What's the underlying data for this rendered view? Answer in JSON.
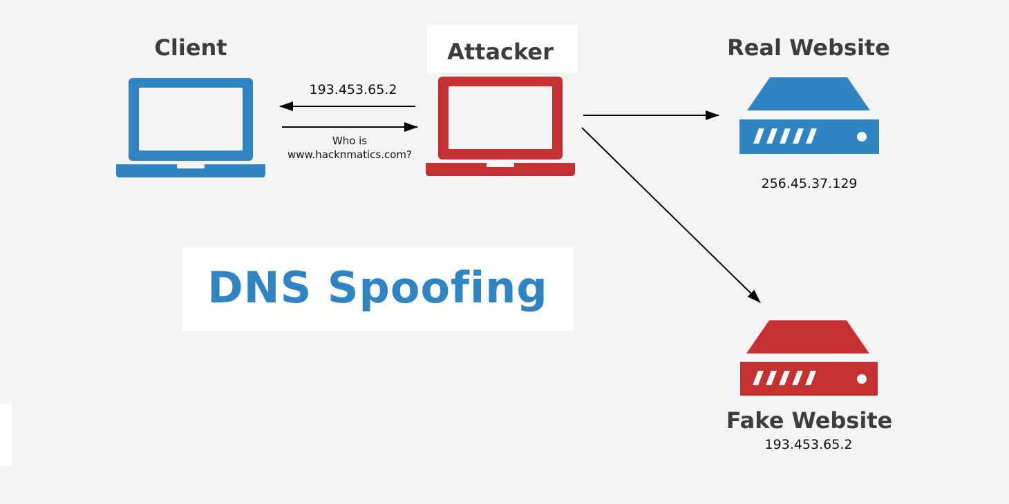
{
  "colors": {
    "client": "#2f84c3",
    "attacker": "#c53032",
    "real_server": "#2f84c3",
    "fake_server": "#c53032",
    "title": "#2f84c3",
    "label": "#3d3d3d",
    "arrow": "#000000"
  },
  "nodes": {
    "client": {
      "label": "Client",
      "icon": "laptop-icon"
    },
    "attacker": {
      "label": "Attacker",
      "icon": "laptop-icon"
    },
    "real_website": {
      "label": "Real Website",
      "icon": "server-icon",
      "ip": "256.45.37.129"
    },
    "fake_website": {
      "label": "Fake Website",
      "icon": "server-icon",
      "ip": "193.453.65.2"
    }
  },
  "edges": {
    "attacker_to_client": {
      "label": "193.453.65.2"
    },
    "client_to_attacker": {
      "label_line1": "Who is",
      "label_line2": "www.hacknmatics.com?"
    }
  },
  "title": "DNS Spoofing"
}
